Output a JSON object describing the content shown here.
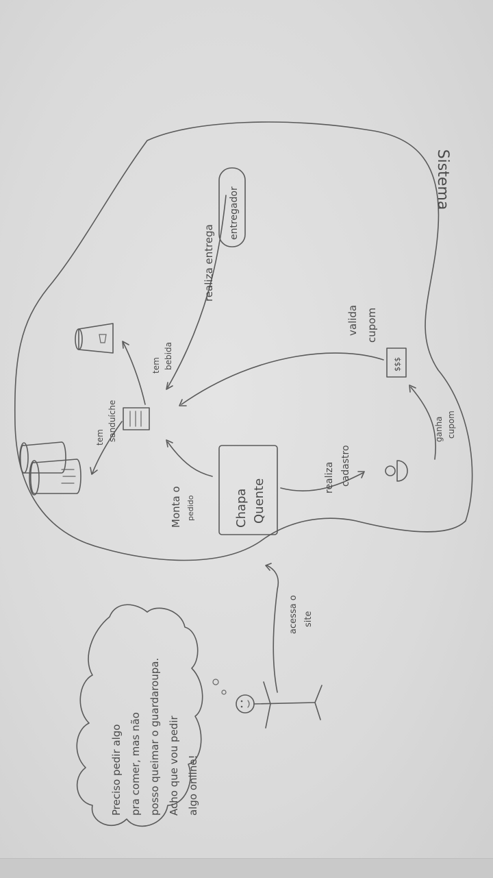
{
  "system_label": "Sistema",
  "thought_bubble": {
    "lines": [
      "Preciso pedir algo",
      "pra comer, mas não",
      "posso queimar o guardaroupa.",
      "Acho que vou pedir",
      "algo online!"
    ]
  },
  "actions": {
    "acessa_site": [
      "acessa o",
      "site"
    ],
    "monta_pedido": [
      "Monta o",
      "pedido"
    ],
    "realiza_cadastro": [
      "realiza",
      "cadastro"
    ],
    "ganha_cupom": [
      "ganha",
      "cupom"
    ],
    "valida_cupom": [
      "valida",
      "cupom"
    ],
    "realiza_entrega": "realiza entrega",
    "tem_sanduiche": [
      "tem",
      "sanduíche"
    ],
    "tem_bebida": [
      "tem",
      "bebida"
    ]
  },
  "brand": {
    "line1": "Chapa",
    "line2": "Quente"
  },
  "entregador_label": "entregador",
  "coupon_label": "$$$"
}
